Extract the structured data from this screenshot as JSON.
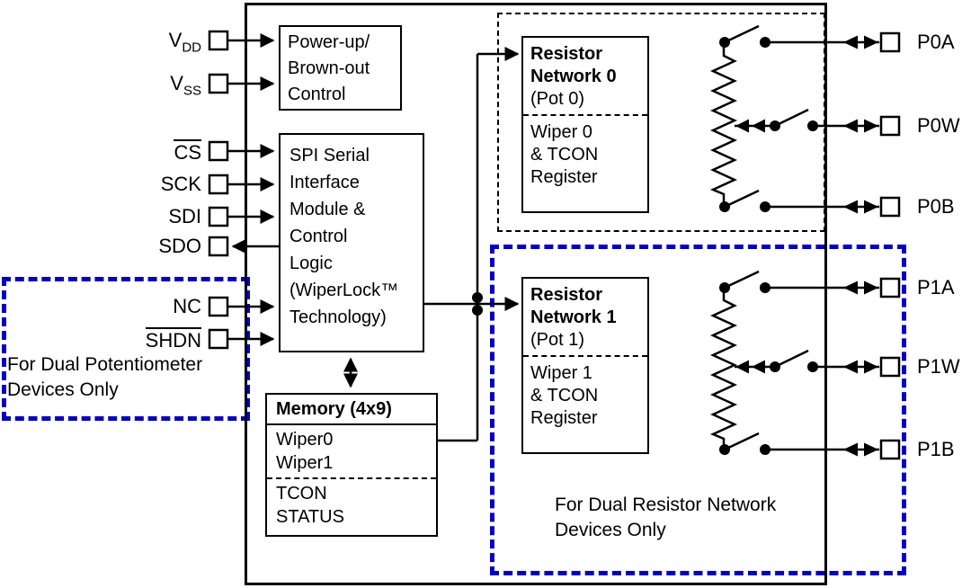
{
  "colors": {
    "accent_blue": "#0000CC",
    "line_black": "#000000"
  },
  "left_pins": [
    {
      "base": "V",
      "sub": "DD",
      "overline": false
    },
    {
      "base": "V",
      "sub": "SS",
      "overline": false
    },
    {
      "base": "CS",
      "sub": "",
      "overline": true
    },
    {
      "base": "SCK",
      "sub": "",
      "overline": false
    },
    {
      "base": "SDI",
      "sub": "",
      "overline": false
    },
    {
      "base": "SDO",
      "sub": "",
      "overline": false
    },
    {
      "base": "NC",
      "sub": "",
      "overline": false
    },
    {
      "base": "SHDN",
      "sub": "",
      "overline": true
    }
  ],
  "right_pins": [
    {
      "label": "P0A"
    },
    {
      "label": "P0W"
    },
    {
      "label": "P0B"
    },
    {
      "label": "P1A"
    },
    {
      "label": "P1W"
    },
    {
      "label": "P1B"
    }
  ],
  "blocks": {
    "power": {
      "line1": "Power-up/",
      "line2": "Brown-out",
      "line3": "Control"
    },
    "spi": {
      "line1": "SPI Serial",
      "line2": "Interface",
      "line3": "Module &",
      "line4": "Control",
      "line5": "Logic",
      "line6": "(WiperLock™",
      "line7": "Technology)"
    },
    "memory": {
      "title": "Memory (4x9)",
      "row1": "Wiper0",
      "row2": "Wiper1",
      "row3": "TCON",
      "row4": "STATUS"
    },
    "rn0": {
      "t1": "Resistor",
      "t2": "Network 0",
      "sub": "(Pot 0)",
      "b1": "Wiper 0",
      "b2": "& TCON",
      "b3": "Register"
    },
    "rn1": {
      "t1": "Resistor",
      "t2": "Network 1",
      "sub": "(Pot 1)",
      "b1": "Wiper 1",
      "b2": "& TCON",
      "b3": "Register"
    }
  },
  "notes": {
    "dual_pot_1": "For Dual Potentiometer",
    "dual_pot_2": "Devices Only",
    "dual_rn_1": "For Dual Resistor Network",
    "dual_rn_2": "Devices Only"
  }
}
